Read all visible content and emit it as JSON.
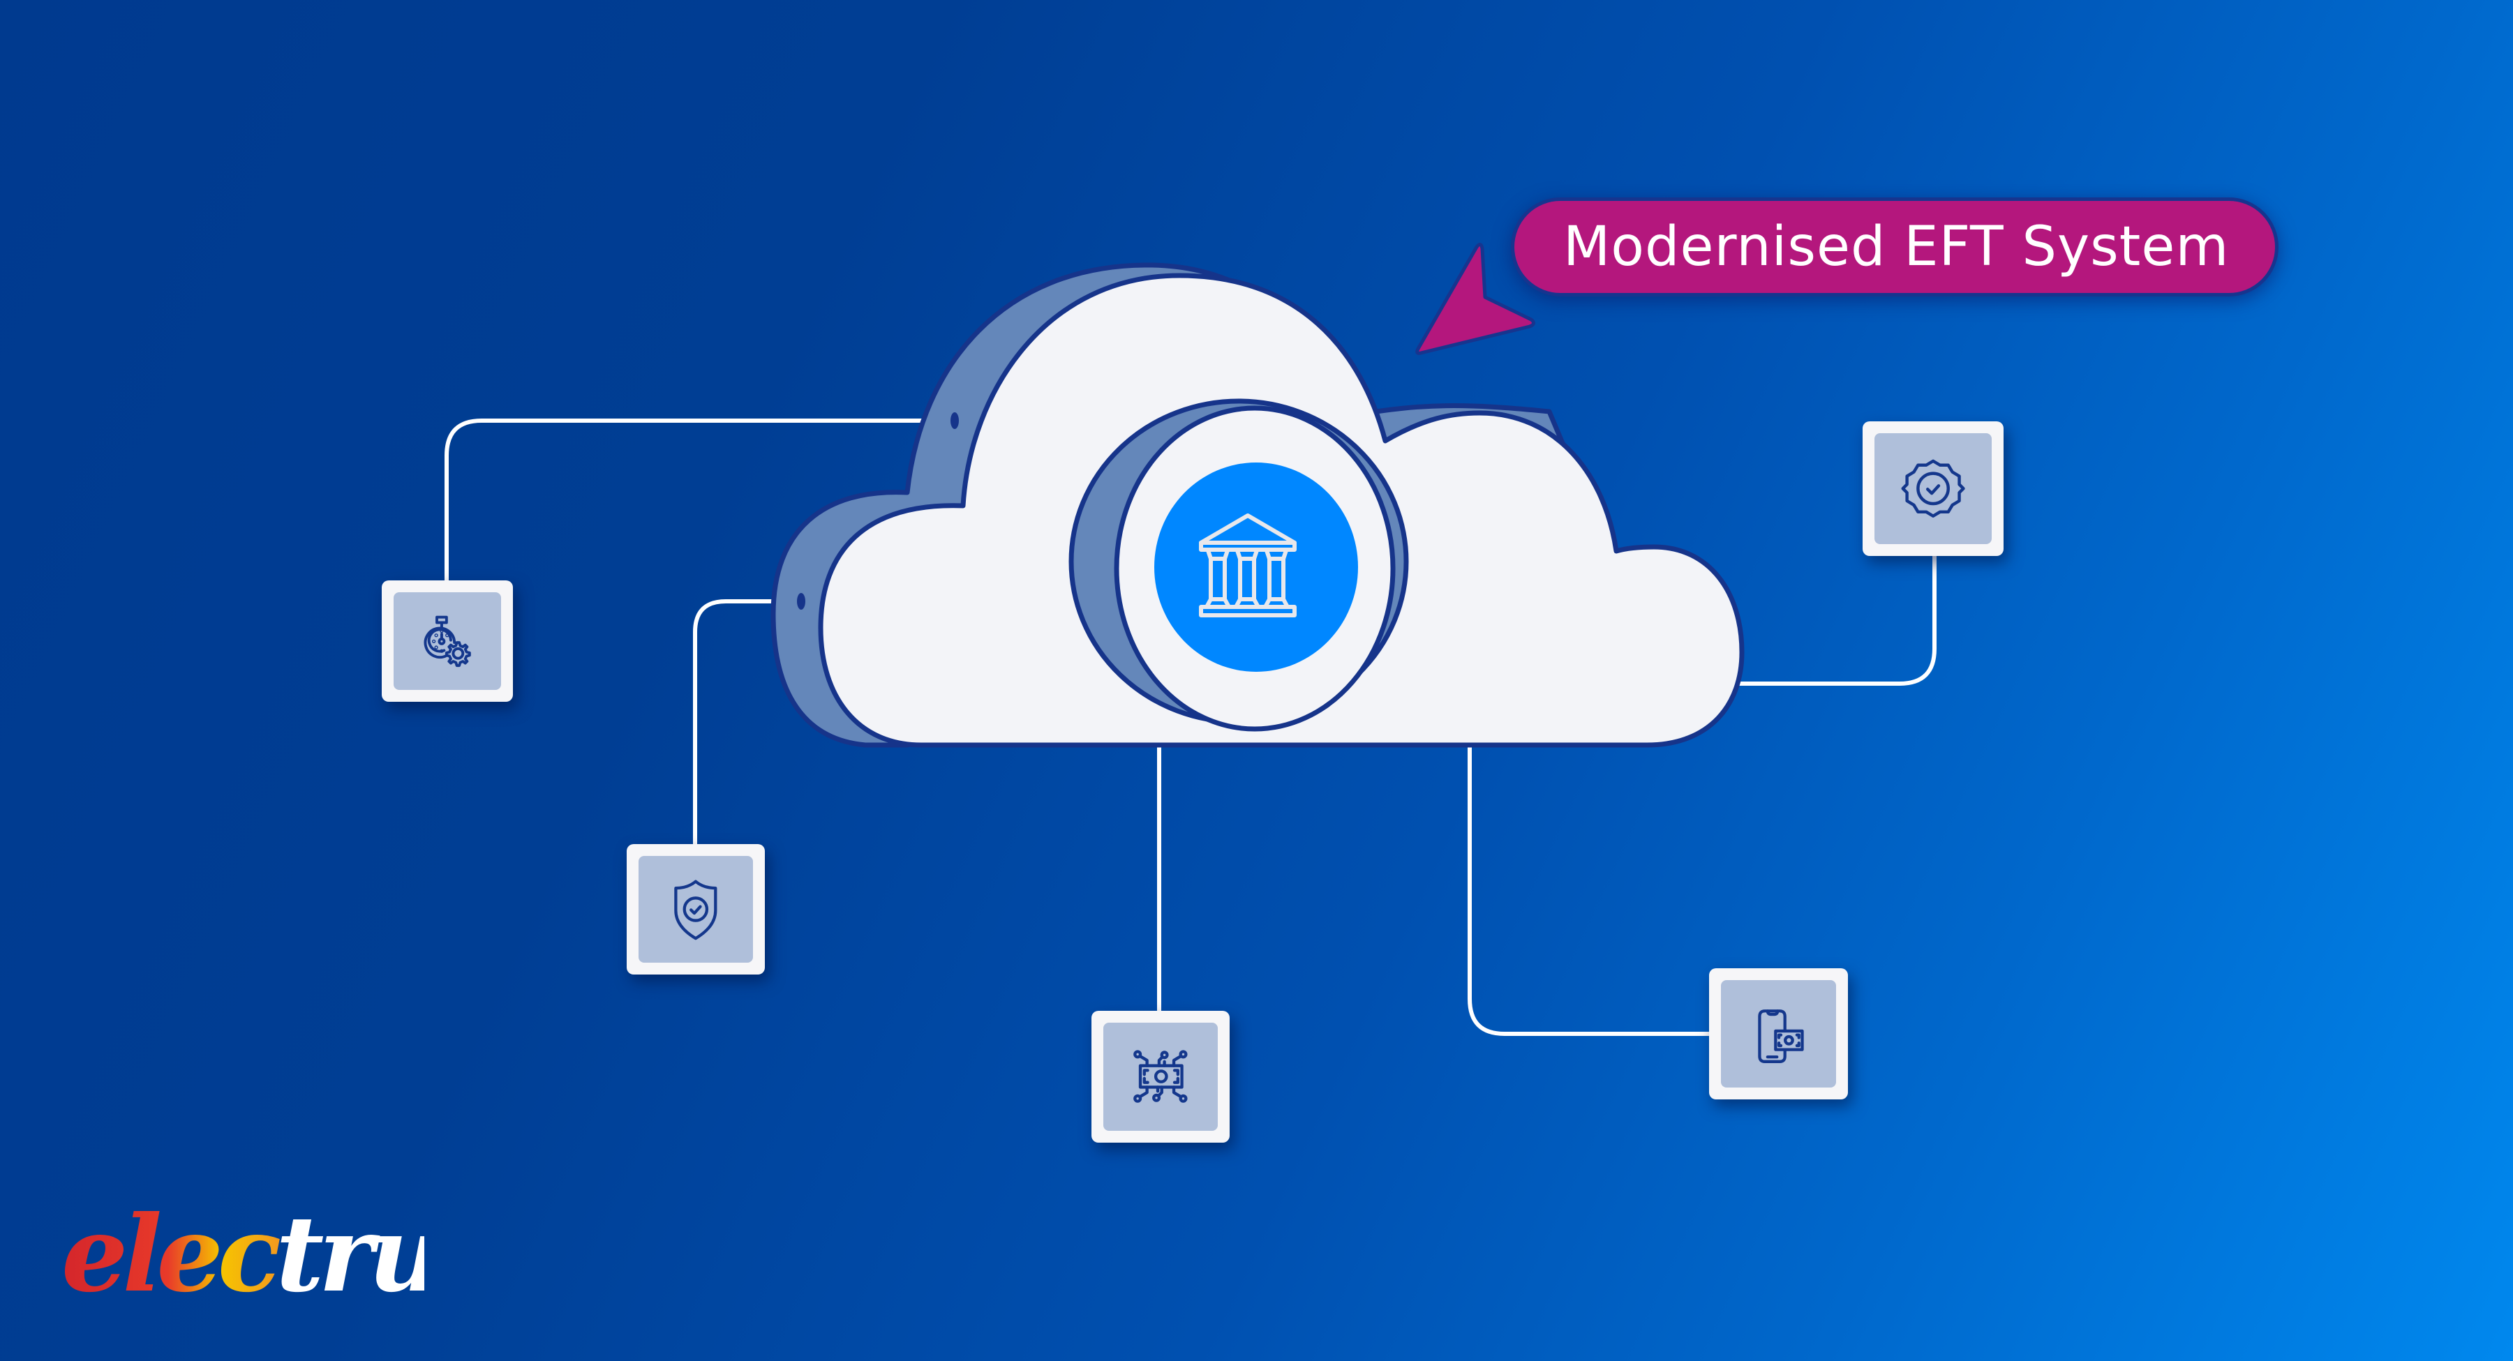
{
  "callout": {
    "label": "Modernised EFT System",
    "color": "#B4177D"
  },
  "center": {
    "icon": "bank-icon",
    "accent": "#0087FF"
  },
  "nodes": [
    {
      "id": "performance",
      "icon": "stopwatch-gear-icon"
    },
    {
      "id": "security",
      "icon": "shield-check-icon"
    },
    {
      "id": "digital-money",
      "icon": "circuit-banknote-icon"
    },
    {
      "id": "mobile-payment",
      "icon": "phone-banknote-icon"
    },
    {
      "id": "verified",
      "icon": "badge-check-icon"
    }
  ],
  "logo": {
    "text_colored": "elec",
    "text_white": "trum"
  },
  "colors": {
    "background_start": "#003A8F",
    "background_end": "#0088EE",
    "cloud_face": "#F3F4F8",
    "cloud_side": "#6487BA",
    "outline": "#16348A",
    "node_fill": "#AFBFDA",
    "icon_stroke": "#14378C"
  }
}
